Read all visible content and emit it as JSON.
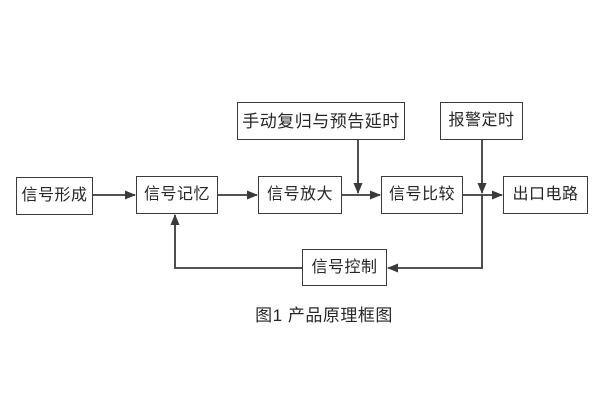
{
  "figure": {
    "caption": "图1 产品原理框图",
    "background_color": "#ffffff"
  },
  "colors": {
    "line": "#3a3a3a",
    "box_border": "#3b3b3b",
    "text": "#262626"
  },
  "nodes": {
    "signal_formation": {
      "label": "信号形成"
    },
    "signal_memory": {
      "label": "信号记忆"
    },
    "signal_amplification": {
      "label": "信号放大"
    },
    "signal_comparison": {
      "label": "信号比较"
    },
    "outlet_circuit": {
      "label": "出口电路"
    },
    "manual_reset_delay": {
      "label": "手动复归与预告延时"
    },
    "alarm_timing": {
      "label": "报警定时"
    },
    "signal_control": {
      "label": "信号控制"
    }
  },
  "edges": [
    {
      "from": "signal_formation",
      "to": "signal_memory",
      "style": "arrow"
    },
    {
      "from": "signal_memory",
      "to": "signal_amplification",
      "style": "arrow"
    },
    {
      "from": "signal_amplification",
      "to": "signal_comparison",
      "style": "arrow"
    },
    {
      "from": "signal_comparison",
      "to": "outlet_circuit",
      "style": "arrow"
    },
    {
      "from": "manual_reset_delay",
      "to": "junction_amplification_comparison_link",
      "style": "arrow-down"
    },
    {
      "from": "alarm_timing",
      "to": "junction_comparison_outlet_link",
      "style": "arrow-down"
    },
    {
      "from": "junction_comparison_outlet_link",
      "to": "signal_control",
      "style": "arrow-left"
    },
    {
      "from": "signal_control",
      "to": "signal_memory",
      "style": "arrow-up"
    }
  ]
}
